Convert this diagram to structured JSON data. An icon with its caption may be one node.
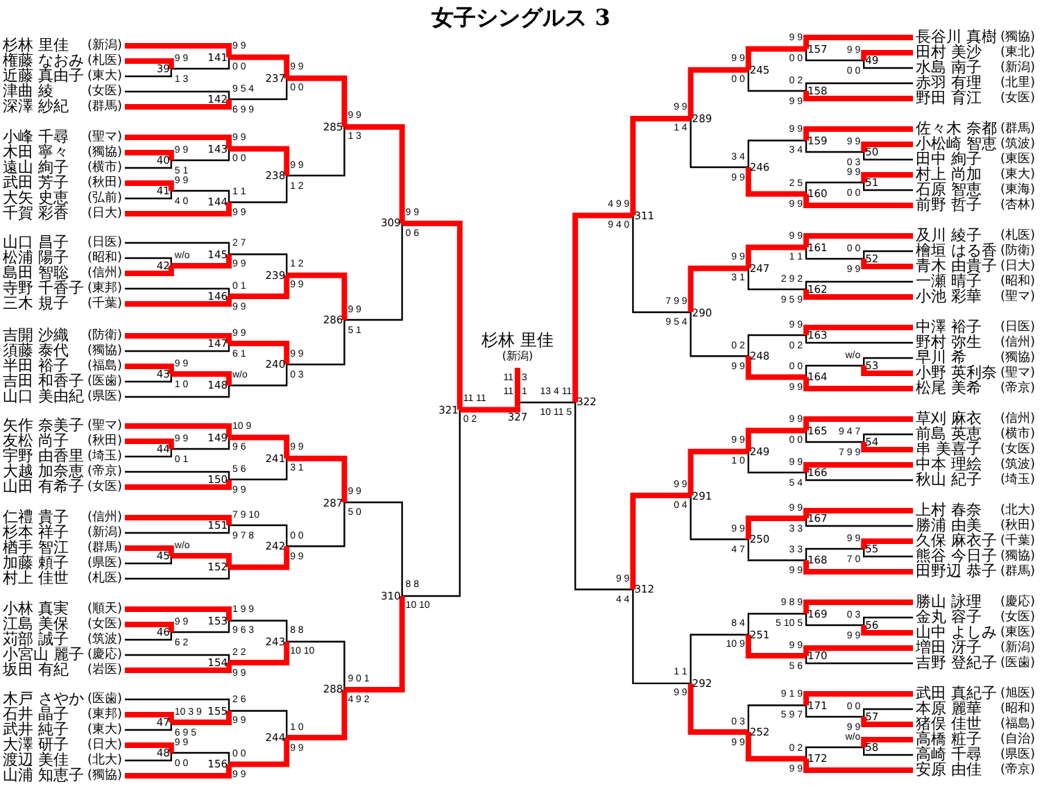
{
  "diagram": {
    "title": "女子シングルス 3",
    "nodes": [
      {
        "text": [
          "杉林 里佳"
        ],
        "beside": [
          "(新潟)"
        ]
      },
      {
        "text": [
          "権藤 なおみ"
        ],
        "beside": [
          "(札医)"
        ]
      },
      {
        "text": [
          "近藤 真由子"
        ],
        "beside": [
          "(東大)"
        ]
      },
      {
        "text": [
          "津曲 綾"
        ],
        "beside": [
          "(女医)"
        ]
      },
      {
        "text": [
          "深澤 紗紀"
        ],
        "beside": [
          "(群馬)"
        ]
      },
      {
        "text": [
          "小峰 千尋"
        ],
        "beside": [
          "(聖マ)"
        ]
      },
      {
        "text": [
          "木田 寧々"
        ],
        "beside": [
          "(獨協)"
        ]
      },
      {
        "text": [
          "遠山 絢子"
        ],
        "beside": [
          "(横市)"
        ]
      },
      {
        "text": [
          "武田 芳子"
        ],
        "beside": [
          "(秋田)"
        ]
      },
      {
        "text": [
          "大矢 史恵"
        ],
        "beside": [
          "(弘前)"
        ]
      },
      {
        "text": [
          "千賀 彩香"
        ],
        "beside": [
          "(日大)"
        ]
      },
      {
        "text": [
          "山口 昌子"
        ],
        "beside": [
          "(日医)"
        ]
      },
      {
        "text": [
          "松浦 陽子"
        ],
        "beside": [
          "(昭和)"
        ]
      },
      {
        "text": [
          "島田 智聡"
        ],
        "beside": [
          "(信州)"
        ]
      },
      {
        "text": [
          "寺野 千香子"
        ],
        "beside": [
          "(東邦)"
        ]
      },
      {
        "text": [
          "三木 規子"
        ],
        "beside": [
          "(千葉)"
        ]
      },
      {
        "text": [
          "吉開 沙織"
        ],
        "beside": [
          "(防衛)"
        ]
      },
      {
        "text": [
          "須藤 泰代"
        ],
        "beside": [
          "(獨協)"
        ]
      },
      {
        "text": [
          "半田 裕子"
        ],
        "beside": [
          "(福島)"
        ]
      },
      {
        "text": [
          "吉田 和香子"
        ],
        "beside": [
          "(医歯)"
        ]
      },
      {
        "text": [
          "山口 美由紀"
        ],
        "beside": [
          "(県医)"
        ]
      },
      {
        "text": [
          "矢作 奈美子"
        ],
        "beside": [
          "(聖マ)"
        ]
      },
      {
        "text": [
          "友松 尚子"
        ],
        "beside": [
          "(秋田)"
        ]
      },
      {
        "text": [
          "宇野 由香里"
        ],
        "beside": [
          "(埼玉)"
        ]
      },
      {
        "text": [
          "大越 加奈恵"
        ],
        "beside": [
          "(帝京)"
        ]
      },
      {
        "text": [
          "山田 有希子"
        ],
        "beside": [
          "(女医)"
        ]
      },
      {
        "text": [
          "仁禮 貴子"
        ],
        "beside": [
          "(信州)"
        ]
      },
      {
        "text": [
          "杉本 祥子"
        ],
        "beside": [
          "(新潟)"
        ]
      },
      {
        "text": [
          "楢手 智江"
        ],
        "beside": [
          "(群馬)"
        ]
      },
      {
        "text": [
          "加藤 頼子"
        ],
        "beside": [
          "(県医)"
        ]
      },
      {
        "text": [
          "村上 佳世"
        ],
        "beside": [
          "(札医)"
        ]
      },
      {
        "text": [
          "小林 真実"
        ],
        "beside": [
          "(順天)"
        ]
      },
      {
        "text": [
          "江島 美保"
        ],
        "beside": [
          "(女医)"
        ]
      },
      {
        "text": [
          "苅部 誠子"
        ],
        "beside": [
          "(筑波)"
        ]
      },
      {
        "text": [
          "小宮山 麗子"
        ],
        "beside": [
          "(慶応)"
        ]
      },
      {
        "text": [
          "坂田 有紀"
        ],
        "beside": [
          "(岩医)"
        ]
      },
      {
        "text": [
          "木戸 さやか"
        ],
        "beside": [
          "(医歯)"
        ]
      },
      {
        "text": [
          "石井 晶子"
        ],
        "beside": [
          "(東邦)"
        ]
      },
      {
        "text": [
          "武井 純子"
        ],
        "beside": [
          "(東大)"
        ]
      },
      {
        "text": [
          "大澤 研子"
        ],
        "beside": [
          "(日大)"
        ]
      },
      {
        "text": [
          "渡辺 美佳"
        ],
        "beside": [
          "(北大)"
        ]
      },
      {
        "text": [
          "山浦 知恵子"
        ],
        "beside": [
          "(獨協)"
        ]
      },
      {
        "text": [
          "長谷川 真樹"
        ],
        "beside": [
          "(獨協)"
        ]
      },
      {
        "text": [
          "田村 美沙"
        ],
        "beside": [
          "(東北)"
        ]
      },
      {
        "text": [
          "水島 南子"
        ],
        "beside": [
          "(新潟)"
        ]
      },
      {
        "text": [
          "赤羽 有理"
        ],
        "beside": [
          "(北里)"
        ]
      },
      {
        "text": [
          "野田 育江"
        ],
        "beside": [
          "(女医)"
        ]
      },
      {
        "text": [
          "佐々木 奈都"
        ],
        "beside": [
          "(群馬)"
        ]
      },
      {
        "text": [
          "小松崎 智恵"
        ],
        "beside": [
          "(筑波)"
        ]
      },
      {
        "text": [
          "田中 絢子"
        ],
        "beside": [
          "(東医)"
        ]
      },
      {
        "text": [
          "村上 尚加"
        ],
        "beside": [
          "(東大)"
        ]
      },
      {
        "text": [
          "石原 智恵"
        ],
        "beside": [
          "(東海)"
        ]
      },
      {
        "text": [
          "前野 哲子"
        ],
        "beside": [
          "(杏林)"
        ]
      },
      {
        "text": [
          "及川 綾子"
        ],
        "beside": [
          "(札医)"
        ]
      },
      {
        "text": [
          "檜垣 はる香"
        ],
        "beside": [
          "(防衛)"
        ]
      },
      {
        "text": [
          "青木 由貴子"
        ],
        "beside": [
          "(日大)"
        ]
      },
      {
        "text": [
          "一瀬 晴子"
        ],
        "beside": [
          "(昭和)"
        ]
      },
      {
        "text": [
          "小池 彩華"
        ],
        "beside": [
          "(聖マ)"
        ]
      },
      {
        "text": [
          "中澤 裕子"
        ],
        "beside": [
          "(日医)"
        ]
      },
      {
        "text": [
          "野村 弥生"
        ],
        "beside": [
          "(信州)"
        ]
      },
      {
        "text": [
          "早川 希"
        ],
        "beside": [
          "(獨協)"
        ]
      },
      {
        "text": [
          "小野 英利奈"
        ],
        "beside": [
          "(聖マ)"
        ]
      },
      {
        "text": [
          "松尾 美希"
        ],
        "beside": [
          "(帝京)"
        ]
      },
      {
        "text": [
          "草刈 麻衣"
        ],
        "beside": [
          "(信州)"
        ]
      },
      {
        "text": [
          "前島 英恵"
        ],
        "beside": [
          "(横市)"
        ]
      },
      {
        "text": [
          "串 美喜子"
        ],
        "beside": [
          "(女医)"
        ]
      },
      {
        "text": [
          "中本 理絵"
        ],
        "beside": [
          "(筑波)"
        ]
      },
      {
        "text": [
          "秋山 紀子"
        ],
        "beside": [
          "(埼玉)"
        ]
      },
      {
        "text": [
          "上村 春奈"
        ],
        "beside": [
          "(北大)"
        ]
      },
      {
        "text": [
          "勝浦 由美"
        ],
        "beside": [
          "(秋田)"
        ]
      },
      {
        "text": [
          "久保 麻衣子"
        ],
        "beside": [
          "(千葉)"
        ]
      },
      {
        "text": [
          "熊谷 今日子"
        ],
        "beside": [
          "(獨協)"
        ]
      },
      {
        "text": [
          "田野辺 恭子"
        ],
        "beside": [
          "(群馬)"
        ]
      },
      {
        "text": [
          "勝山 詠理"
        ],
        "beside": [
          "(慶応)"
        ]
      },
      {
        "text": [
          "金丸 容子"
        ],
        "beside": [
          "(女医)"
        ]
      },
      {
        "text": [
          "山中 よしみ"
        ],
        "beside": [
          "(東医)"
        ]
      },
      {
        "text": [
          "増田 冴子"
        ],
        "beside": [
          "(新潟)"
        ]
      },
      {
        "text": [
          "吉野 登紀子"
        ],
        "beside": [
          "(医歯)"
        ]
      },
      {
        "text": [
          "武田 真紀子"
        ],
        "beside": [
          "(旭医)"
        ]
      },
      {
        "text": [
          "本原 麗華"
        ],
        "beside": [
          "(昭和)"
        ]
      },
      {
        "text": [
          "猪俣 佳世"
        ],
        "beside": [
          "(福島)"
        ]
      },
      {
        "text": [
          "高橋 粧子"
        ],
        "beside": [
          "(自治)"
        ]
      },
      {
        "text": [
          "高崎 千尋"
        ],
        "beside": [
          "(県医)"
        ]
      },
      {
        "text": [
          "安原 由佳"
        ],
        "beside": [
          "(帝京)"
        ]
      },
      {
        "text": [
          "39"
        ],
        "beside": [
          "9 9",
          "1 3"
        ]
      },
      {
        "text": [
          "141"
        ],
        "beside": [
          "9 9",
          "0 0"
        ]
      },
      {
        "text": [
          "142"
        ],
        "beside": [
          "9 5 4",
          "6 9 9"
        ]
      },
      {
        "text": [
          "237"
        ],
        "beside": [
          "9 9",
          "0 0"
        ]
      },
      {
        "text": [
          "40"
        ],
        "beside": [
          "9 9",
          "5 1"
        ]
      },
      {
        "text": [
          "143"
        ],
        "beside": [
          "9 9",
          "0 0"
        ]
      },
      {
        "text": [
          "41"
        ],
        "beside": [
          "9 9",
          "4 0"
        ]
      },
      {
        "text": [
          "144"
        ],
        "beside": [
          "1 1",
          "9 9"
        ]
      },
      {
        "text": [
          "238"
        ],
        "beside": [
          "9 9",
          "1 2"
        ]
      },
      {
        "text": [
          "285"
        ],
        "beside": [
          "9 9",
          "1 3"
        ]
      },
      {
        "text": [
          "42"
        ],
        "beside": [
          "w/o"
        ]
      },
      {
        "text": [
          "145"
        ],
        "beside": [
          "2 7",
          "9 9"
        ]
      },
      {
        "text": [
          "146"
        ],
        "beside": [
          "0 1",
          "9 9"
        ]
      },
      {
        "text": [
          "239"
        ],
        "beside": [
          "1 2",
          "9 9"
        ]
      },
      {
        "text": [
          "147"
        ],
        "beside": [
          "9 9",
          "6 1"
        ]
      },
      {
        "text": [
          "43"
        ],
        "beside": [
          "9 9",
          "1 0"
        ]
      },
      {
        "text": [
          "148"
        ],
        "beside": [
          "w/o"
        ]
      },
      {
        "text": [
          "240"
        ],
        "beside": [
          "9 9",
          "0 3"
        ]
      },
      {
        "text": [
          "286"
        ],
        "beside": [
          "9 9",
          "5 1"
        ]
      },
      {
        "text": [
          "309"
        ],
        "beside": [
          "9 9",
          "0 6"
        ]
      },
      {
        "text": [
          "44"
        ],
        "beside": [
          "9 9",
          "0 1"
        ]
      },
      {
        "text": [
          "149"
        ],
        "beside": [
          "10 9",
          "9 6"
        ]
      },
      {
        "text": [
          "150"
        ],
        "beside": [
          "5 6",
          "9 9"
        ]
      },
      {
        "text": [
          "241"
        ],
        "beside": [
          "9 9",
          "3 1"
        ]
      },
      {
        "text": [
          "151"
        ],
        "beside": [
          "7 9 10",
          "9 7 8"
        ]
      },
      {
        "text": [
          "45"
        ],
        "beside": [
          "w/o"
        ]
      },
      {
        "text": [
          "152"
        ]
      },
      {
        "text": [
          "242"
        ],
        "beside": [
          "0 0",
          "9 9"
        ]
      },
      {
        "text": [
          "287"
        ],
        "beside": [
          "9 9",
          "5 0"
        ]
      },
      {
        "text": [
          "46"
        ],
        "beside": [
          "9 9",
          "6 2"
        ]
      },
      {
        "text": [
          "153"
        ],
        "beside": [
          "1 9 9",
          "9 6 3"
        ]
      },
      {
        "text": [
          "154"
        ],
        "beside": [
          "2 2",
          "9 9"
        ]
      },
      {
        "text": [
          "243"
        ],
        "beside": [
          "8 8",
          "10 10"
        ]
      },
      {
        "text": [
          "47"
        ],
        "beside": [
          "10 3 9",
          "6 9 5"
        ]
      },
      {
        "text": [
          "155"
        ],
        "beside": [
          "2 6",
          "9 9"
        ]
      },
      {
        "text": [
          "48"
        ],
        "beside": [
          "9 9",
          "0 0"
        ]
      },
      {
        "text": [
          "156"
        ],
        "beside": [
          "0 0",
          "9 9"
        ]
      },
      {
        "text": [
          "244"
        ],
        "beside": [
          "1 0",
          "9 9"
        ]
      },
      {
        "text": [
          "288"
        ],
        "beside": [
          "9 0 1",
          "4 9 2"
        ]
      },
      {
        "text": [
          "310"
        ],
        "beside": [
          "8 8",
          "10 10"
        ]
      },
      {
        "text": [
          "321"
        ],
        "beside": [
          "11 11",
          "0 2"
        ]
      },
      {
        "text": [
          "49"
        ],
        "beside": [
          "9 9",
          "0 0"
        ]
      },
      {
        "text": [
          "157"
        ],
        "beside": [
          "9 9",
          "0 0"
        ]
      },
      {
        "text": [
          "158"
        ],
        "beside": [
          "0 2",
          "9 9"
        ]
      },
      {
        "text": [
          "245"
        ],
        "beside": [
          "9 9",
          "0 0"
        ]
      },
      {
        "text": [
          "50"
        ],
        "beside": [
          "9 9",
          "0 3"
        ]
      },
      {
        "text": [
          "159"
        ],
        "beside": [
          "9 9",
          "3 4"
        ]
      },
      {
        "text": [
          "51"
        ],
        "beside": [
          "9 9",
          "0 0"
        ]
      },
      {
        "text": [
          "160"
        ],
        "beside": [
          "2 5",
          "9 9"
        ]
      },
      {
        "text": [
          "246"
        ],
        "beside": [
          "3 4",
          "9 9"
        ]
      },
      {
        "text": [
          "289"
        ],
        "beside": [
          "9 9",
          "1 4"
        ]
      },
      {
        "text": [
          "52"
        ],
        "beside": [
          "0 0",
          "9 9"
        ]
      },
      {
        "text": [
          "161"
        ],
        "beside": [
          "9 9",
          "1 1"
        ]
      },
      {
        "text": [
          "162"
        ],
        "beside": [
          "2 9 2",
          "9 5 9"
        ]
      },
      {
        "text": [
          "247"
        ],
        "beside": [
          "9 9",
          "3 1"
        ]
      },
      {
        "text": [
          "163"
        ],
        "beside": [
          "9 9",
          "0 2"
        ]
      },
      {
        "text": [
          "53"
        ],
        "beside": [
          "w/o"
        ]
      },
      {
        "text": [
          "164"
        ],
        "beside": [
          "0 0",
          "9 9"
        ]
      },
      {
        "text": [
          "248"
        ],
        "beside": [
          "0 2",
          "9 9"
        ]
      },
      {
        "text": [
          "290"
        ],
        "beside": [
          "7 9 9",
          "9 5 4"
        ]
      },
      {
        "text": [
          "311"
        ],
        "beside": [
          "4 9 9",
          "9 4 0"
        ]
      },
      {
        "text": [
          "54"
        ],
        "beside": [
          "9 4 7",
          "7 9 9"
        ]
      },
      {
        "text": [
          "165"
        ],
        "beside": [
          "9 9",
          "0 0"
        ]
      },
      {
        "text": [
          "166"
        ],
        "beside": [
          "9 9",
          "5 4"
        ]
      },
      {
        "text": [
          "249"
        ],
        "beside": [
          "9 9",
          "1 0"
        ]
      },
      {
        "text": [
          "167"
        ],
        "beside": [
          "9 9",
          "3 3"
        ]
      },
      {
        "text": [
          "55"
        ],
        "beside": [
          "9 9",
          "7 0"
        ]
      },
      {
        "text": [
          "168"
        ],
        "beside": [
          "3 3",
          "9 9"
        ]
      },
      {
        "text": [
          "250"
        ],
        "beside": [
          "9 9",
          "4 7"
        ]
      },
      {
        "text": [
          "291"
        ],
        "beside": [
          "9 9",
          "0 4"
        ]
      },
      {
        "text": [
          "56"
        ],
        "beside": [
          "0 3",
          "9 9"
        ]
      },
      {
        "text": [
          "169"
        ],
        "beside": [
          "9 8 9",
          "5 10 5"
        ]
      },
      {
        "text": [
          "170"
        ],
        "beside": [
          "9 9",
          "5 6"
        ]
      },
      {
        "text": [
          "251"
        ],
        "beside": [
          "8 4",
          "10 9"
        ]
      },
      {
        "text": [
          "57"
        ],
        "beside": [
          "0 0",
          "9 9"
        ]
      },
      {
        "text": [
          "171"
        ],
        "beside": [
          "9 1 9",
          "5 9 7"
        ]
      },
      {
        "text": [
          "58"
        ],
        "beside": [
          "w/o"
        ]
      },
      {
        "text": [
          "172"
        ],
        "beside": [
          "0 2",
          "9 9"
        ]
      },
      {
        "text": [
          "252"
        ],
        "beside": [
          "0 3",
          "9 9"
        ]
      },
      {
        "text": [
          "292"
        ],
        "beside": [
          "1 1",
          "9 9"
        ]
      },
      {
        "text": [
          "312"
        ],
        "beside": [
          "9 9",
          "4 4"
        ]
      },
      {
        "text": [
          "322"
        ],
        "beside": [
          "13 4 11",
          "10 11 5"
        ]
      },
      {
        "text": [
          "327"
        ],
        "beside": [
          "11",
          "11",
          "3",
          "1"
        ]
      },
      {
        "text": [
          "杉林 里佳"
        ],
        "beside": [
          "(新潟)"
        ]
      }
    ],
    "edges": [
      {
        "from": 1,
        "to": 84,
        "arrow": "none"
      },
      {
        "from": 2,
        "to": 84,
        "arrow": "none",
        "color": "#000000"
      },
      {
        "from": 0,
        "to": 85,
        "arrow": "none"
      },
      {
        "from": 84,
        "to": 85,
        "arrow": "none",
        "color": "#000000"
      },
      {
        "from": 3,
        "to": 86,
        "arrow": "none",
        "color": "#000000"
      },
      {
        "from": 4,
        "to": 86,
        "arrow": "none"
      },
      {
        "from": 85,
        "to": 87,
        "arrow": "none"
      },
      {
        "from": 86,
        "to": 87,
        "arrow": "none",
        "color": "#000000"
      },
      {
        "from": 6,
        "to": 88,
        "arrow": "none"
      },
      {
        "from": 7,
        "to": 88,
        "arrow": "none",
        "color": "#000000"
      },
      {
        "from": 5,
        "to": 89,
        "arrow": "none"
      },
      {
        "from": 88,
        "to": 89,
        "arrow": "none",
        "color": "#000000"
      },
      {
        "from": 8,
        "to": 90,
        "arrow": "none"
      },
      {
        "from": 9,
        "to": 90,
        "arrow": "none",
        "color": "#000000"
      },
      {
        "from": 90,
        "to": 91,
        "arrow": "none",
        "color": "#000000"
      },
      {
        "from": 10,
        "to": 91,
        "arrow": "none"
      },
      {
        "from": 89,
        "to": 92,
        "arrow": "none"
      },
      {
        "from": 91,
        "to": 92,
        "arrow": "none",
        "color": "#000000"
      },
      {
        "from": 87,
        "to": 93,
        "arrow": "none"
      },
      {
        "from": 92,
        "to": 93,
        "arrow": "none",
        "color": "#000000"
      },
      {
        "from": 12,
        "to": 94,
        "arrow": "none",
        "color": "#000000"
      },
      {
        "from": 13,
        "to": 94,
        "arrow": "none"
      },
      {
        "from": 11,
        "to": 95,
        "arrow": "none",
        "color": "#000000"
      },
      {
        "from": 94,
        "to": 95,
        "arrow": "none"
      },
      {
        "from": 14,
        "to": 96,
        "arrow": "none",
        "color": "#000000"
      },
      {
        "from": 15,
        "to": 96,
        "arrow": "none"
      },
      {
        "from": 95,
        "to": 97,
        "arrow": "none",
        "color": "#000000"
      },
      {
        "from": 96,
        "to": 97,
        "arrow": "none"
      },
      {
        "from": 16,
        "to": 98,
        "arrow": "none"
      },
      {
        "from": 17,
        "to": 98,
        "arrow": "none",
        "color": "#000000"
      },
      {
        "from": 18,
        "to": 99,
        "arrow": "none"
      },
      {
        "from": 19,
        "to": 99,
        "arrow": "none",
        "color": "#000000"
      },
      {
        "from": 99,
        "to": 100,
        "arrow": "none"
      },
      {
        "from": 20,
        "to": 100,
        "arrow": "none",
        "color": "#000000"
      },
      {
        "from": 98,
        "to": 101,
        "arrow": "none"
      },
      {
        "from": 100,
        "to": 101,
        "arrow": "none",
        "color": "#000000"
      },
      {
        "from": 97,
        "to": 102,
        "arrow": "none"
      },
      {
        "from": 101,
        "to": 102,
        "arrow": "none",
        "color": "#000000"
      },
      {
        "from": 93,
        "to": 103,
        "arrow": "none"
      },
      {
        "from": 102,
        "to": 103,
        "arrow": "none",
        "color": "#000000"
      },
      {
        "from": 22,
        "to": 104,
        "arrow": "none"
      },
      {
        "from": 23,
        "to": 104,
        "arrow": "none",
        "color": "#000000"
      },
      {
        "from": 21,
        "to": 105,
        "arrow": "none"
      },
      {
        "from": 104,
        "to": 105,
        "arrow": "none",
        "color": "#000000"
      },
      {
        "from": 24,
        "to": 106,
        "arrow": "none",
        "color": "#000000"
      },
      {
        "from": 25,
        "to": 106,
        "arrow": "none"
      },
      {
        "from": 105,
        "to": 107,
        "arrow": "none"
      },
      {
        "from": 106,
        "to": 107,
        "arrow": "none",
        "color": "#000000"
      },
      {
        "from": 26,
        "to": 108,
        "arrow": "none"
      },
      {
        "from": 27,
        "to": 108,
        "arrow": "none",
        "color": "#000000"
      },
      {
        "from": 28,
        "to": 109,
        "arrow": "none"
      },
      {
        "from": 29,
        "to": 109,
        "arrow": "none",
        "color": "#000000"
      },
      {
        "from": 109,
        "to": 110,
        "arrow": "none"
      },
      {
        "from": 30,
        "to": 110,
        "arrow": "none",
        "color": "#000000"
      },
      {
        "from": 108,
        "to": 111,
        "arrow": "none",
        "color": "#000000"
      },
      {
        "from": 110,
        "to": 111,
        "arrow": "none"
      },
      {
        "from": 107,
        "to": 112,
        "arrow": "none"
      },
      {
        "from": 111,
        "to": 112,
        "arrow": "none",
        "color": "#000000"
      },
      {
        "from": 32,
        "to": 113,
        "arrow": "none"
      },
      {
        "from": 33,
        "to": 113,
        "arrow": "none",
        "color": "#000000"
      },
      {
        "from": 31,
        "to": 114,
        "arrow": "none"
      },
      {
        "from": 113,
        "to": 114,
        "arrow": "none",
        "color": "#000000"
      },
      {
        "from": 34,
        "to": 115,
        "arrow": "none",
        "color": "#000000"
      },
      {
        "from": 35,
        "to": 115,
        "arrow": "none"
      },
      {
        "from": 114,
        "to": 116,
        "arrow": "none",
        "color": "#000000"
      },
      {
        "from": 115,
        "to": 116,
        "arrow": "none"
      },
      {
        "from": 37,
        "to": 117,
        "arrow": "none"
      },
      {
        "from": 38,
        "to": 117,
        "arrow": "none",
        "color": "#000000"
      },
      {
        "from": 36,
        "to": 118,
        "arrow": "none",
        "color": "#000000"
      },
      {
        "from": 117,
        "to": 118,
        "arrow": "none"
      },
      {
        "from": 39,
        "to": 119,
        "arrow": "none"
      },
      {
        "from": 40,
        "to": 119,
        "arrow": "none",
        "color": "#000000"
      },
      {
        "from": 119,
        "to": 120,
        "arrow": "none",
        "color": "#000000"
      },
      {
        "from": 41,
        "to": 120,
        "arrow": "none"
      },
      {
        "from": 118,
        "to": 121,
        "arrow": "none",
        "color": "#000000"
      },
      {
        "from": 120,
        "to": 121,
        "arrow": "none"
      },
      {
        "from": 116,
        "to": 122,
        "arrow": "none",
        "color": "#000000"
      },
      {
        "from": 121,
        "to": 122,
        "arrow": "none"
      },
      {
        "from": 112,
        "to": 123,
        "arrow": "none",
        "color": "#000000"
      },
      {
        "from": 122,
        "to": 123,
        "arrow": "none"
      },
      {
        "from": 103,
        "to": 124,
        "arrow": "none"
      },
      {
        "from": 123,
        "to": 124,
        "arrow": "none",
        "color": "#000000"
      },
      {
        "from": 43,
        "to": 125,
        "arrow": "none"
      },
      {
        "from": 44,
        "to": 125,
        "arrow": "none",
        "color": "#000000"
      },
      {
        "from": 42,
        "to": 126,
        "arrow": "none"
      },
      {
        "from": 125,
        "to": 126,
        "arrow": "none",
        "color": "#000000"
      },
      {
        "from": 45,
        "to": 127,
        "arrow": "none",
        "color": "#000000"
      },
      {
        "from": 46,
        "to": 127,
        "arrow": "none"
      },
      {
        "from": 126,
        "to": 128,
        "arrow": "none"
      },
      {
        "from": 127,
        "to": 128,
        "arrow": "none",
        "color": "#000000"
      },
      {
        "from": 48,
        "to": 129,
        "arrow": "none"
      },
      {
        "from": 49,
        "to": 129,
        "arrow": "none",
        "color": "#000000"
      },
      {
        "from": 47,
        "to": 130,
        "arrow": "none"
      },
      {
        "from": 129,
        "to": 130,
        "arrow": "none",
        "color": "#000000"
      },
      {
        "from": 50,
        "to": 131,
        "arrow": "none"
      },
      {
        "from": 51,
        "to": 131,
        "arrow": "none",
        "color": "#000000"
      },
      {
        "from": 131,
        "to": 132,
        "arrow": "none",
        "color": "#000000"
      },
      {
        "from": 52,
        "to": 132,
        "arrow": "none"
      },
      {
        "from": 130,
        "to": 133,
        "arrow": "none",
        "color": "#000000"
      },
      {
        "from": 132,
        "to": 133,
        "arrow": "none"
      },
      {
        "from": 128,
        "to": 134,
        "arrow": "none"
      },
      {
        "from": 133,
        "to": 134,
        "arrow": "none",
        "color": "#000000"
      },
      {
        "from": 54,
        "to": 135,
        "arrow": "none",
        "color": "#000000"
      },
      {
        "from": 55,
        "to": 135,
        "arrow": "none"
      },
      {
        "from": 53,
        "to": 136,
        "arrow": "none"
      },
      {
        "from": 135,
        "to": 136,
        "arrow": "none",
        "color": "#000000"
      },
      {
        "from": 56,
        "to": 137,
        "arrow": "none",
        "color": "#000000"
      },
      {
        "from": 57,
        "to": 137,
        "arrow": "none"
      },
      {
        "from": 136,
        "to": 138,
        "arrow": "none"
      },
      {
        "from": 137,
        "to": 138,
        "arrow": "none",
        "color": "#000000"
      },
      {
        "from": 58,
        "to": 139,
        "arrow": "none"
      },
      {
        "from": 59,
        "to": 139,
        "arrow": "none",
        "color": "#000000"
      },
      {
        "from": 60,
        "to": 140,
        "arrow": "none",
        "color": "#000000"
      },
      {
        "from": 61,
        "to": 140,
        "arrow": "none"
      },
      {
        "from": 140,
        "to": 141,
        "arrow": "none",
        "color": "#000000"
      },
      {
        "from": 62,
        "to": 141,
        "arrow": "none"
      },
      {
        "from": 139,
        "to": 142,
        "arrow": "none",
        "color": "#000000"
      },
      {
        "from": 141,
        "to": 142,
        "arrow": "none"
      },
      {
        "from": 138,
        "to": 143,
        "arrow": "none"
      },
      {
        "from": 142,
        "to": 143,
        "arrow": "none",
        "color": "#000000"
      },
      {
        "from": 134,
        "to": 144,
        "arrow": "none"
      },
      {
        "from": 143,
        "to": 144,
        "arrow": "none",
        "color": "#000000"
      },
      {
        "from": 64,
        "to": 145,
        "arrow": "none",
        "color": "#000000"
      },
      {
        "from": 65,
        "to": 145,
        "arrow": "none"
      },
      {
        "from": 63,
        "to": 146,
        "arrow": "none"
      },
      {
        "from": 145,
        "to": 146,
        "arrow": "none",
        "color": "#000000"
      },
      {
        "from": 66,
        "to": 147,
        "arrow": "none"
      },
      {
        "from": 67,
        "to": 147,
        "arrow": "none",
        "color": "#000000"
      },
      {
        "from": 146,
        "to": 148,
        "arrow": "none"
      },
      {
        "from": 147,
        "to": 148,
        "arrow": "none",
        "color": "#000000"
      },
      {
        "from": 68,
        "to": 149,
        "arrow": "none"
      },
      {
        "from": 69,
        "to": 149,
        "arrow": "none",
        "color": "#000000"
      },
      {
        "from": 70,
        "to": 150,
        "arrow": "none"
      },
      {
        "from": 71,
        "to": 150,
        "arrow": "none",
        "color": "#000000"
      },
      {
        "from": 150,
        "to": 151,
        "arrow": "none",
        "color": "#000000"
      },
      {
        "from": 72,
        "to": 151,
        "arrow": "none"
      },
      {
        "from": 149,
        "to": 152,
        "arrow": "none"
      },
      {
        "from": 151,
        "to": 152,
        "arrow": "none",
        "color": "#000000"
      },
      {
        "from": 148,
        "to": 153,
        "arrow": "none"
      },
      {
        "from": 152,
        "to": 153,
        "arrow": "none",
        "color": "#000000"
      },
      {
        "from": 74,
        "to": 154,
        "arrow": "none",
        "color": "#000000"
      },
      {
        "from": 75,
        "to": 154,
        "arrow": "none"
      },
      {
        "from": 73,
        "to": 155,
        "arrow": "none"
      },
      {
        "from": 154,
        "to": 155,
        "arrow": "none",
        "color": "#000000"
      },
      {
        "from": 76,
        "to": 156,
        "arrow": "none"
      },
      {
        "from": 77,
        "to": 156,
        "arrow": "none",
        "color": "#000000"
      },
      {
        "from": 155,
        "to": 157,
        "arrow": "none",
        "color": "#000000"
      },
      {
        "from": 156,
        "to": 157,
        "arrow": "none"
      },
      {
        "from": 79,
        "to": 158,
        "arrow": "none",
        "color": "#000000"
      },
      {
        "from": 80,
        "to": 158,
        "arrow": "none"
      },
      {
        "from": 78,
        "to": 159,
        "arrow": "none"
      },
      {
        "from": 158,
        "to": 159,
        "arrow": "none",
        "color": "#000000"
      },
      {
        "from": 81,
        "to": 160,
        "arrow": "none"
      },
      {
        "from": 82,
        "to": 160,
        "arrow": "none",
        "color": "#000000"
      },
      {
        "from": 160,
        "to": 161,
        "arrow": "none",
        "color": "#000000"
      },
      {
        "from": 83,
        "to": 161,
        "arrow": "none"
      },
      {
        "from": 159,
        "to": 162,
        "arrow": "none",
        "color": "#000000"
      },
      {
        "from": 161,
        "to": 162,
        "arrow": "none"
      },
      {
        "from": 157,
        "to": 163,
        "arrow": "none",
        "color": "#000000"
      },
      {
        "from": 162,
        "to": 163,
        "arrow": "none"
      },
      {
        "from": 153,
        "to": 164,
        "arrow": "none"
      },
      {
        "from": 163,
        "to": 164,
        "arrow": "none",
        "color": "#000000"
      },
      {
        "from": 144,
        "to": 165,
        "arrow": "none"
      },
      {
        "from": 164,
        "to": 165,
        "arrow": "none",
        "color": "#000000"
      },
      {
        "from": 124,
        "to": 166,
        "arrow": "none"
      },
      {
        "from": 165,
        "to": 166,
        "arrow": "none",
        "color": "#000000"
      },
      {
        "from": 166,
        "to": 167,
        "arrow": "none"
      }
    ]
  }
}
